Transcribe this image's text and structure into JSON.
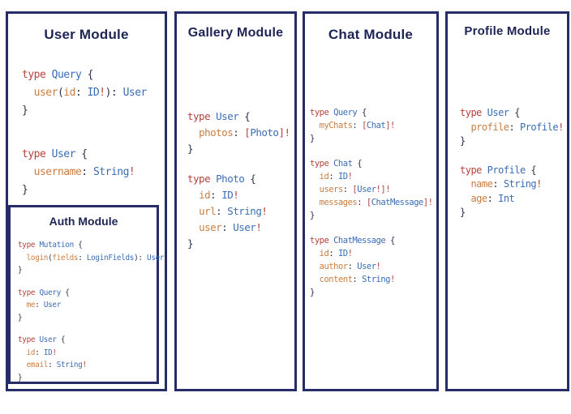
{
  "colors": {
    "background": "#ffffff",
    "panel_border": "#252c66",
    "title_text": "#1e2454",
    "code_keyword": "#b2423c",
    "code_type": "#3a6cb4",
    "code_field": "#c87e41",
    "code_punct": "#2d3349"
  },
  "modules": [
    {
      "id": "user",
      "title": "User Module",
      "blocks": [
        {
          "lines": [
            [
              {
                "t": "type ",
                "c": "kw"
              },
              {
                "t": "Query ",
                "c": "ty"
              },
              {
                "t": "{",
                "c": "pu"
              }
            ],
            [
              {
                "t": "  ",
                "c": "pu"
              },
              {
                "t": "user",
                "c": "fd"
              },
              {
                "t": "(",
                "c": "pu"
              },
              {
                "t": "id",
                "c": "fd"
              },
              {
                "t": ": ",
                "c": "pu"
              },
              {
                "t": "ID",
                "c": "ty"
              },
              {
                "t": "!",
                "c": "kw"
              },
              {
                "t": "): ",
                "c": "pu"
              },
              {
                "t": "User",
                "c": "ty"
              }
            ],
            [
              {
                "t": "}",
                "c": "pu"
              }
            ]
          ]
        },
        {
          "lines": [
            [
              {
                "t": "type ",
                "c": "kw"
              },
              {
                "t": "User ",
                "c": "ty"
              },
              {
                "t": "{",
                "c": "pu"
              }
            ],
            [
              {
                "t": "  ",
                "c": "pu"
              },
              {
                "t": "username",
                "c": "fd"
              },
              {
                "t": ": ",
                "c": "pu"
              },
              {
                "t": "String",
                "c": "ty"
              },
              {
                "t": "!",
                "c": "kw"
              }
            ],
            [
              {
                "t": "}",
                "c": "pu"
              }
            ]
          ]
        }
      ],
      "submodule": {
        "title": "Auth Module",
        "blocks": [
          {
            "lines": [
              [
                {
                  "t": "type ",
                  "c": "kw"
                },
                {
                  "t": "Mutation ",
                  "c": "ty"
                },
                {
                  "t": "{",
                  "c": "pu"
                }
              ],
              [
                {
                  "t": "  ",
                  "c": "pu"
                },
                {
                  "t": "login",
                  "c": "fd"
                },
                {
                  "t": "(",
                  "c": "pu"
                },
                {
                  "t": "fields",
                  "c": "fd"
                },
                {
                  "t": ": ",
                  "c": "pu"
                },
                {
                  "t": "LoginFields",
                  "c": "ty"
                },
                {
                  "t": "): ",
                  "c": "pu"
                },
                {
                  "t": "User",
                  "c": "ty"
                }
              ],
              [
                {
                  "t": "}",
                  "c": "pu"
                }
              ]
            ]
          },
          {
            "lines": [
              [
                {
                  "t": "type ",
                  "c": "kw"
                },
                {
                  "t": "Query ",
                  "c": "ty"
                },
                {
                  "t": "{",
                  "c": "pu"
                }
              ],
              [
                {
                  "t": "  ",
                  "c": "pu"
                },
                {
                  "t": "me",
                  "c": "fd"
                },
                {
                  "t": ": ",
                  "c": "pu"
                },
                {
                  "t": "User",
                  "c": "ty"
                }
              ],
              [
                {
                  "t": "}",
                  "c": "pu"
                }
              ]
            ]
          },
          {
            "lines": [
              [
                {
                  "t": "type ",
                  "c": "kw"
                },
                {
                  "t": "User ",
                  "c": "ty"
                },
                {
                  "t": "{",
                  "c": "pu"
                }
              ],
              [
                {
                  "t": "  ",
                  "c": "pu"
                },
                {
                  "t": "id",
                  "c": "fd"
                },
                {
                  "t": ": ",
                  "c": "pu"
                },
                {
                  "t": "ID",
                  "c": "ty"
                },
                {
                  "t": "!",
                  "c": "kw"
                }
              ],
              [
                {
                  "t": "  ",
                  "c": "pu"
                },
                {
                  "t": "email",
                  "c": "fd"
                },
                {
                  "t": ": ",
                  "c": "pu"
                },
                {
                  "t": "String",
                  "c": "ty"
                },
                {
                  "t": "!",
                  "c": "kw"
                }
              ],
              [
                {
                  "t": "}",
                  "c": "pu"
                }
              ]
            ]
          }
        ]
      }
    },
    {
      "id": "gallery",
      "title": "Gallery Module",
      "blocks": [
        {
          "lines": [
            [
              {
                "t": "type ",
                "c": "kw"
              },
              {
                "t": "User ",
                "c": "ty"
              },
              {
                "t": "{",
                "c": "pu"
              }
            ],
            [
              {
                "t": "  ",
                "c": "pu"
              },
              {
                "t": "photos",
                "c": "fd"
              },
              {
                "t": ": ",
                "c": "pu"
              },
              {
                "t": "[",
                "c": "kw"
              },
              {
                "t": "Photo",
                "c": "ty"
              },
              {
                "t": "]!",
                "c": "kw"
              }
            ],
            [
              {
                "t": "}",
                "c": "pu"
              }
            ]
          ]
        },
        {
          "lines": [
            [
              {
                "t": "type ",
                "c": "kw"
              },
              {
                "t": "Photo ",
                "c": "ty"
              },
              {
                "t": "{",
                "c": "pu"
              }
            ],
            [
              {
                "t": "  ",
                "c": "pu"
              },
              {
                "t": "id",
                "c": "fd"
              },
              {
                "t": ": ",
                "c": "pu"
              },
              {
                "t": "ID",
                "c": "ty"
              },
              {
                "t": "!",
                "c": "kw"
              }
            ],
            [
              {
                "t": "  ",
                "c": "pu"
              },
              {
                "t": "url",
                "c": "fd"
              },
              {
                "t": ": ",
                "c": "pu"
              },
              {
                "t": "String",
                "c": "ty"
              },
              {
                "t": "!",
                "c": "kw"
              }
            ],
            [
              {
                "t": "  ",
                "c": "pu"
              },
              {
                "t": "user",
                "c": "fd"
              },
              {
                "t": ": ",
                "c": "pu"
              },
              {
                "t": "User",
                "c": "ty"
              },
              {
                "t": "!",
                "c": "kw"
              }
            ],
            [
              {
                "t": "}",
                "c": "pu"
              }
            ]
          ]
        }
      ]
    },
    {
      "id": "chat",
      "title": "Chat Module",
      "blocks": [
        {
          "lines": [
            [
              {
                "t": "type ",
                "c": "kw"
              },
              {
                "t": "Query ",
                "c": "ty"
              },
              {
                "t": "{",
                "c": "pu"
              }
            ],
            [
              {
                "t": "  ",
                "c": "pu"
              },
              {
                "t": "myChats",
                "c": "fd"
              },
              {
                "t": ": ",
                "c": "pu"
              },
              {
                "t": "[",
                "c": "kw"
              },
              {
                "t": "Chat",
                "c": "ty"
              },
              {
                "t": "]!",
                "c": "kw"
              }
            ],
            [
              {
                "t": "}",
                "c": "pu"
              }
            ]
          ]
        },
        {
          "lines": [
            [
              {
                "t": "type ",
                "c": "kw"
              },
              {
                "t": "Chat ",
                "c": "ty"
              },
              {
                "t": "{",
                "c": "pu"
              }
            ],
            [
              {
                "t": "  ",
                "c": "pu"
              },
              {
                "t": "id",
                "c": "fd"
              },
              {
                "t": ": ",
                "c": "pu"
              },
              {
                "t": "ID",
                "c": "ty"
              },
              {
                "t": "!",
                "c": "kw"
              }
            ],
            [
              {
                "t": "  ",
                "c": "pu"
              },
              {
                "t": "users",
                "c": "fd"
              },
              {
                "t": ": ",
                "c": "pu"
              },
              {
                "t": "[",
                "c": "kw"
              },
              {
                "t": "User",
                "c": "ty"
              },
              {
                "t": "!]!",
                "c": "kw"
              }
            ],
            [
              {
                "t": "  ",
                "c": "pu"
              },
              {
                "t": "messages",
                "c": "fd"
              },
              {
                "t": ": ",
                "c": "pu"
              },
              {
                "t": "[",
                "c": "kw"
              },
              {
                "t": "ChatMessage",
                "c": "ty"
              },
              {
                "t": "]!",
                "c": "kw"
              }
            ],
            [
              {
                "t": "}",
                "c": "pu"
              }
            ]
          ]
        },
        {
          "lines": [
            [
              {
                "t": "type ",
                "c": "kw"
              },
              {
                "t": "ChatMessage ",
                "c": "ty"
              },
              {
                "t": "{",
                "c": "pu"
              }
            ],
            [
              {
                "t": "  ",
                "c": "pu"
              },
              {
                "t": "id",
                "c": "fd"
              },
              {
                "t": ": ",
                "c": "pu"
              },
              {
                "t": "ID",
                "c": "ty"
              },
              {
                "t": "!",
                "c": "kw"
              }
            ],
            [
              {
                "t": "  ",
                "c": "pu"
              },
              {
                "t": "author",
                "c": "fd"
              },
              {
                "t": ": ",
                "c": "pu"
              },
              {
                "t": "User",
                "c": "ty"
              },
              {
                "t": "!",
                "c": "kw"
              }
            ],
            [
              {
                "t": "  ",
                "c": "pu"
              },
              {
                "t": "content",
                "c": "fd"
              },
              {
                "t": ": ",
                "c": "pu"
              },
              {
                "t": "String",
                "c": "ty"
              },
              {
                "t": "!",
                "c": "kw"
              }
            ],
            [
              {
                "t": "}",
                "c": "pu"
              }
            ]
          ]
        }
      ]
    },
    {
      "id": "profile",
      "title": "Profile Module",
      "blocks": [
        {
          "lines": [
            [
              {
                "t": "type ",
                "c": "kw"
              },
              {
                "t": "User ",
                "c": "ty"
              },
              {
                "t": "{",
                "c": "pu"
              }
            ],
            [
              {
                "t": "  ",
                "c": "pu"
              },
              {
                "t": "profile",
                "c": "fd"
              },
              {
                "t": ": ",
                "c": "pu"
              },
              {
                "t": "Profile",
                "c": "ty"
              },
              {
                "t": "!",
                "c": "kw"
              }
            ],
            [
              {
                "t": "}",
                "c": "pu"
              }
            ]
          ]
        },
        {
          "lines": [
            [
              {
                "t": "type ",
                "c": "kw"
              },
              {
                "t": "Profile ",
                "c": "ty"
              },
              {
                "t": "{",
                "c": "pu"
              }
            ],
            [
              {
                "t": "  ",
                "c": "pu"
              },
              {
                "t": "name",
                "c": "fd"
              },
              {
                "t": ": ",
                "c": "pu"
              },
              {
                "t": "String",
                "c": "ty"
              },
              {
                "t": "!",
                "c": "kw"
              }
            ],
            [
              {
                "t": "  ",
                "c": "pu"
              },
              {
                "t": "age",
                "c": "fd"
              },
              {
                "t": ": ",
                "c": "pu"
              },
              {
                "t": "Int",
                "c": "ty"
              }
            ],
            [
              {
                "t": "}",
                "c": "pu"
              }
            ]
          ]
        }
      ]
    }
  ]
}
